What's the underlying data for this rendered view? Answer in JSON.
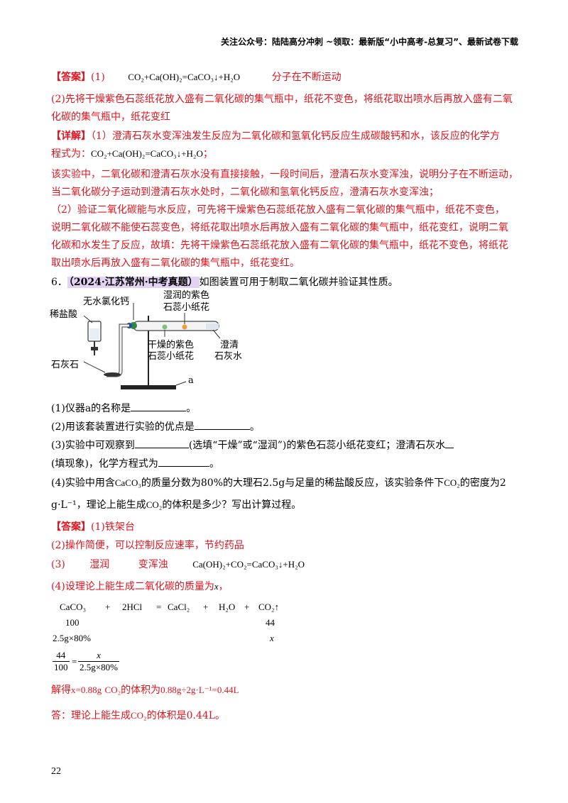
{
  "header": "关注公众号：陆陆高分冲刺 ~领取：最新版“小中高考-总复习”、最新试卷下载",
  "ans5": {
    "tag": "【答案】",
    "p1": "(1)",
    "eq1": "CO₂+Ca(OH)₂=CaCO₃↓+H₂O",
    "p1b": "分子在不断运动",
    "p2a": "(2)先将干燥紫色石蕊纸花放入盛有二氧化碳的集气瓶中，纸花不变色，将纸花取出喷水后再放入盛有二氧",
    "p2b": "化碳的集气瓶中，纸花变红"
  },
  "det5": {
    "tag": "【详解】",
    "l1": "（1）澄清石灰水变浑浊发生反应为二氧化碳和氢氧化钙反应生成碳酸钙和水，该反应的化学方",
    "l2": "程式为：",
    "eq": "CO₂+Ca(OH)₂=CaCO₃↓+H₂O",
    "semi": "；",
    "l3": "该实验中，二氧化碳和澄清石灰水没有直接接触，一段时间后，澄清石灰水变浑浊，说明分子在不断运动，",
    "l4": "当二氧化碳分子运动到澄清石灰水处时，二氧化碳和氢氧化钙反应，澄清石灰水变浑浊；",
    "l5": "（2）验证二氧化碳能与水反应，可先将干燥紫色石蕊纸花放入盛有二氧化碳的集气瓶中，纸花不变色，",
    "l6": "说明二氧化碳不能使石蕊变色，将纸花取出喷水后再放入盛有二氧化碳的集气瓶中，纸花变红，说明二氧",
    "l7": "化碳和水发生了反应，故填：先将干燥紫色石蕊纸花放入盛有二氧化碳的集气瓶中，纸花不变色，将纸花",
    "l8": "取出喷水后再放入盛有二氧化碳的集气瓶中，纸花变红。"
  },
  "q6": {
    "num": "6．",
    "src": "（2024·江苏常州·中考真题）",
    "stem": "如图装置可用于制取二氧化碳并验证其性质。",
    "fig": {
      "dry_agent": "无水氯化钙",
      "acid": "稀盐酸",
      "stone": "石灰石",
      "wet1": "湿润的紫色",
      "wet2": "石蕊小纸花",
      "dry1": "干燥的紫色",
      "dry2": "石蕊小纸花",
      "lime1": "澄清",
      "lime2": "石灰水",
      "a": "a"
    },
    "s1": "(1)仪器a的名称是",
    "s2": "(2)用该套装置进行实验的优点是",
    "s3a": "(3)实验中可观察到",
    "s3b": "(选填“干燥”或“湿润”)的紫色石蕊小纸花变红；澄清石灰水",
    "s3c": "(填现象)，化学方程式为",
    "period": "。",
    "s4a": "(4)实验中用含",
    "caco3": "CaCO₃",
    "s4b": "的质量分数为80%的大理石2.5g与足量的稀盐酸反应，该实验条件下",
    "co2": "CO₂",
    "s4c": "的密度为2",
    "s4d": "g·L⁻¹，理论上能生成",
    "s4e": "的体积是多少？写出计算过程。"
  },
  "ans6": {
    "tag": "【答案】",
    "a1": "(1)铁架台",
    "a2": "(2)操作简便，可以控制反应速率，节约药品",
    "a3n": "(3)",
    "a3w": "湿润",
    "a3t": "变浑浊",
    "a3eq": "Ca(OH)₂+CO₂=CaCO₃↓+H₂O",
    "a4": "(4)设理论上能生成二氧化碳的质量为",
    "x": "x",
    "comma": "，",
    "r1": "CaCO₃",
    "r2": "+",
    "r3": "2HCl",
    "r4": "=",
    "r5": "CaCl₂",
    "r6": "+",
    "r7": "H₂O",
    "r8": "+",
    "r9": "CO₂↑",
    "m1": "100",
    "m2": "44",
    "g1": "2.5g×80%",
    "g2": "x",
    "f_num1": "44",
    "f_den1": "100",
    "f_eq": "=",
    "f_num2": "x",
    "f_den2": "2.5g×80%",
    "sol1": "解得",
    "sol2": "x=0.88g",
    "sol3": "CO₂",
    "sol4": "的体积为",
    "sol5": "0.88g÷2g·L⁻¹=0.44L",
    "fin1": "答：理论上能生成",
    "fin2": "CO₂",
    "fin3": "的体积是0.44L。"
  },
  "page_number": "22"
}
